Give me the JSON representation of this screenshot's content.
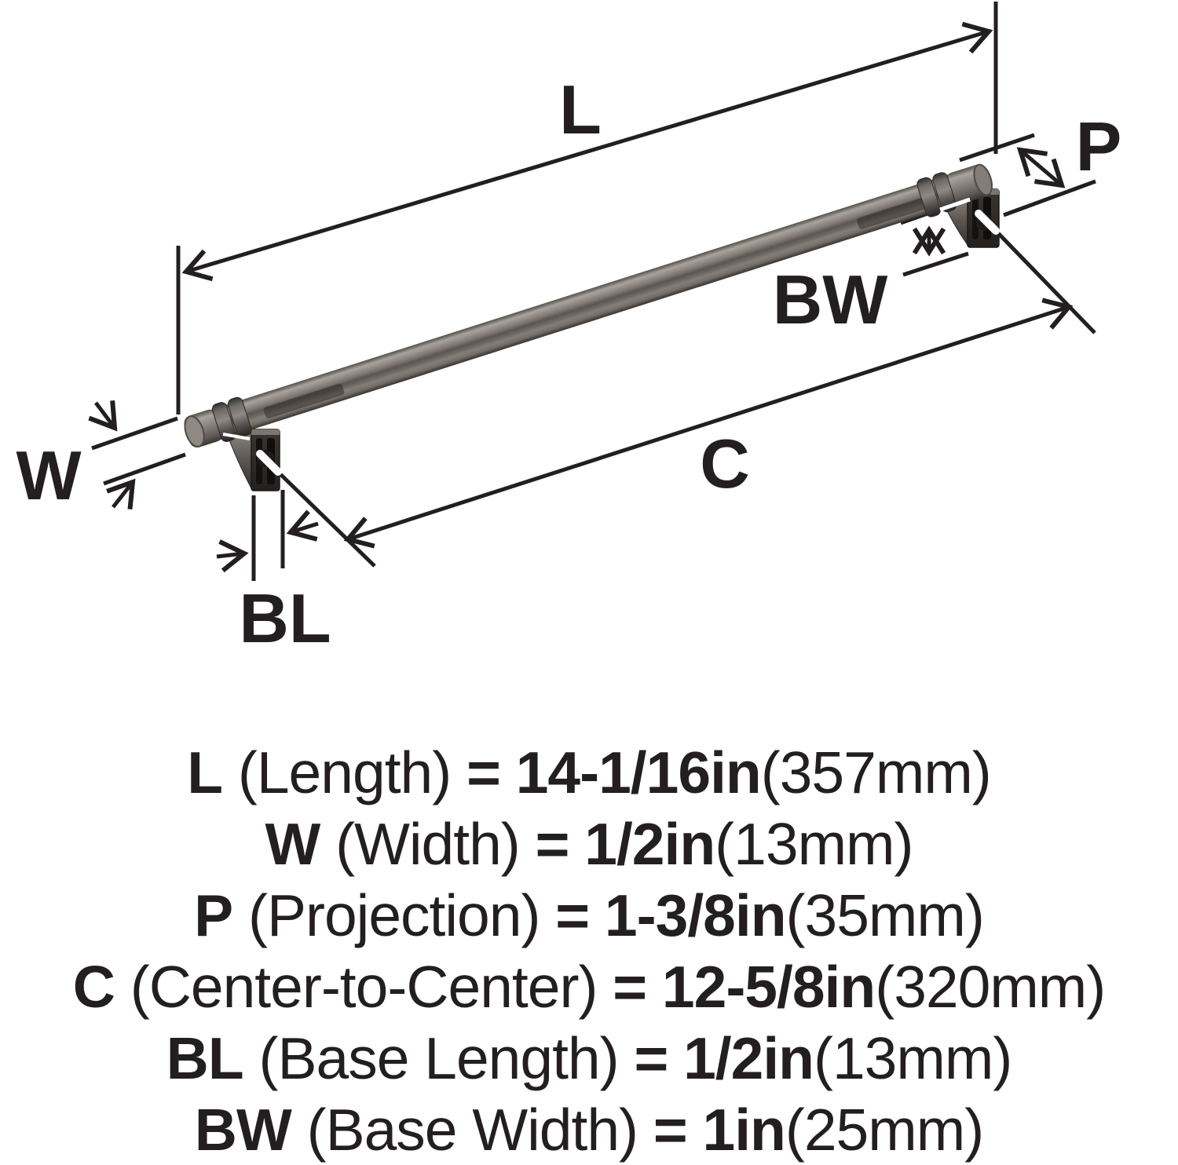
{
  "page": {
    "background": "#ffffff",
    "ink": "#231f20"
  },
  "diagram": {
    "dim_labels": {
      "length": "L",
      "width": "W",
      "projection": "P",
      "center_to_center": "C",
      "base_length": "BL",
      "base_width": "BW"
    },
    "colors": {
      "bar_highlight": "#a9a39c",
      "bar_shadow": "#332f2d",
      "base_dark": "#23201e"
    }
  },
  "specs": [
    {
      "symbol": "L",
      "name": " (Length) ",
      "value": "= 14-1/16in",
      "metric": "(357mm)"
    },
    {
      "symbol": "W",
      "name": " (Width) ",
      "value": "= 1/2in",
      "metric": "(13mm)"
    },
    {
      "symbol": "P",
      "name": " (Projection) ",
      "value": "= 1-3/8in",
      "metric": "(35mm)"
    },
    {
      "symbol": "C",
      "name": " (Center-to-Center) ",
      "value": "= 12-5/8in",
      "metric": "(320mm)"
    },
    {
      "symbol": "BL",
      "name": " (Base Length) ",
      "value": "= 1/2in",
      "metric": "(13mm)"
    },
    {
      "symbol": "BW",
      "name": " (Base Width) ",
      "value": "= 1in",
      "metric": "(25mm)"
    }
  ]
}
